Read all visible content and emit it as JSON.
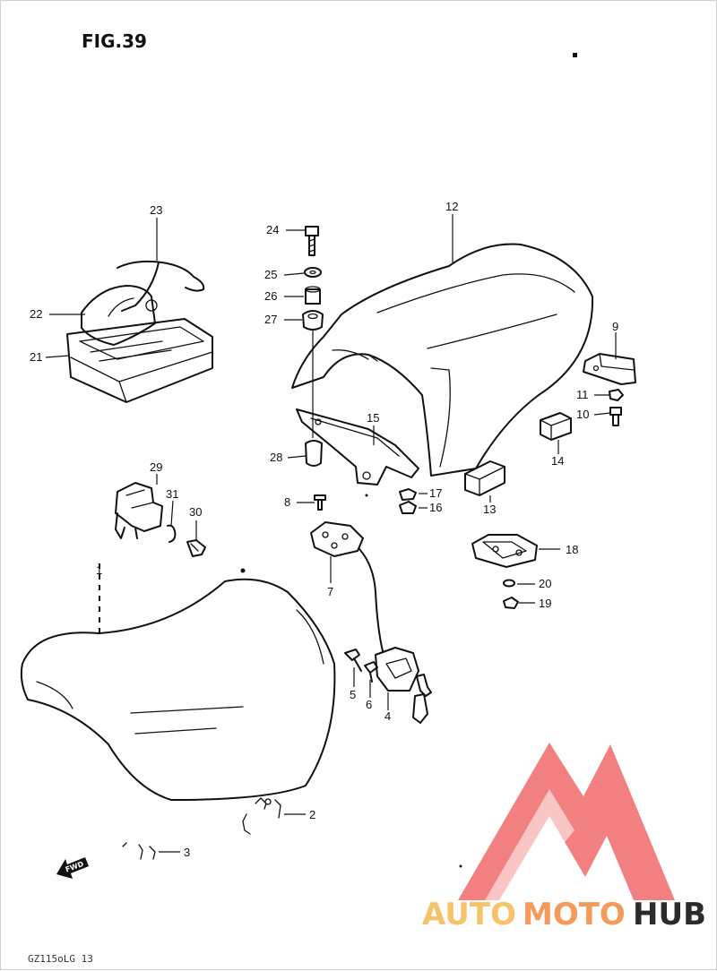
{
  "figure": {
    "title": "FIG.39",
    "code": "GZ115oLG 13",
    "fwd_label": "FWD"
  },
  "callouts": [
    "1",
    "2",
    "3",
    "4",
    "5",
    "6",
    "7",
    "8",
    "9",
    "10",
    "11",
    "12",
    "13",
    "14",
    "15",
    "16",
    "17",
    "18",
    "19",
    "20",
    "21",
    "22",
    "23",
    "24",
    "25",
    "26",
    "27",
    "28",
    "29",
    "30",
    "31"
  ],
  "watermark": {
    "text_auto": "AUTO",
    "text_moto": "MOTO",
    "text_hub": "HUB",
    "colors": {
      "logo_red": "#f26b6b",
      "auto": "#f6c36a",
      "moto": "#f49a5a",
      "hub": "#2b2b2b"
    }
  }
}
